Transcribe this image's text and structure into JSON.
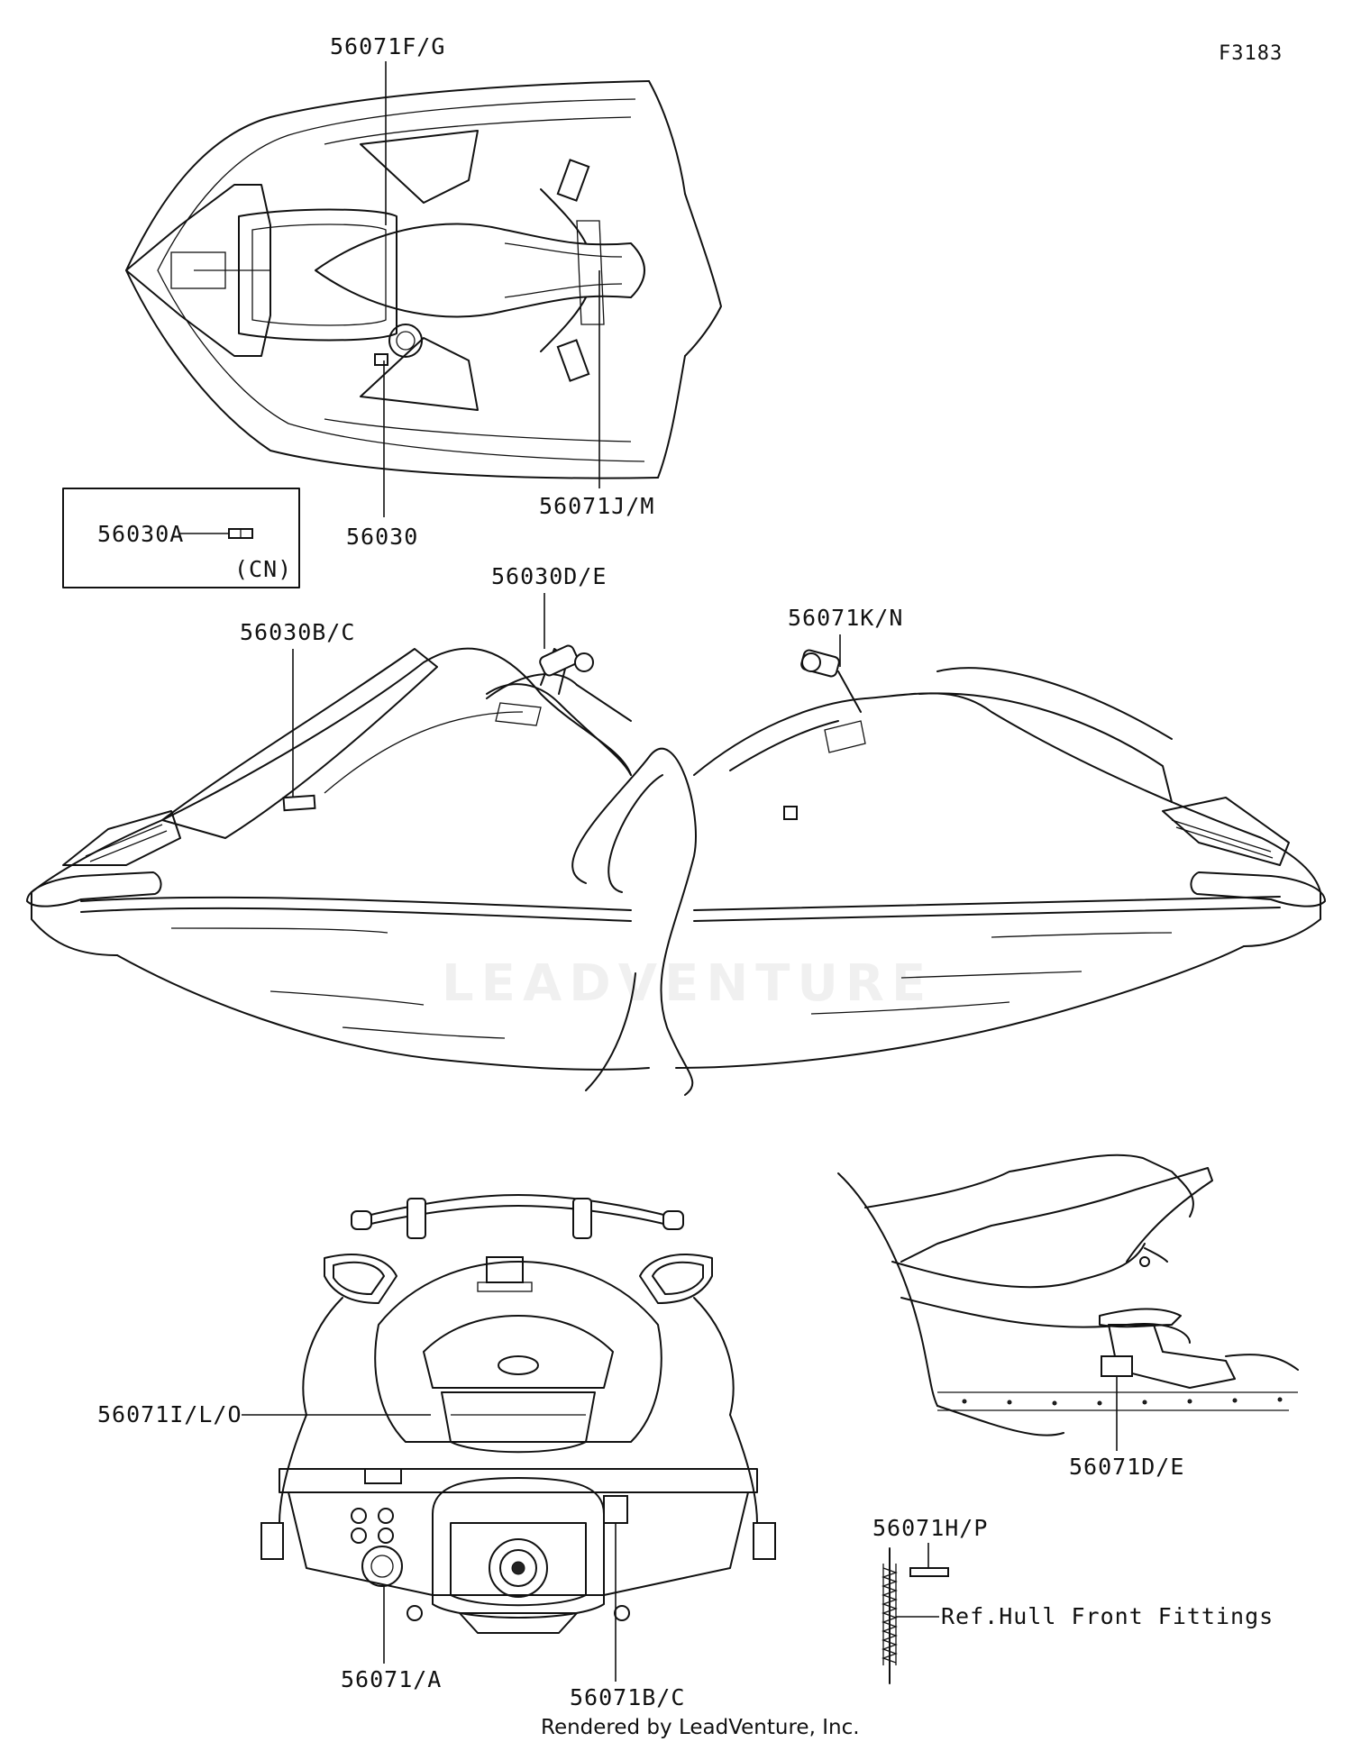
{
  "figure_id": "F3183",
  "labels": {
    "top_56071FG": "56071F/G",
    "top_56030": "56030",
    "top_56071JM": "56071J/M",
    "cn_part": "56030A",
    "cn_region": "(CN)",
    "side_56030BC": "56030B/C",
    "side_56030DE": "56030D/E",
    "side_56071KN": "56071K/N",
    "rear_56071ILO": "56071I/L/O",
    "rear_56071A": "56071/A",
    "rear_56071BC": "56071B/C",
    "detail_56071DE": "56071D/E",
    "detail_56071HP": "56071H/P",
    "ref_hull": "Ref.Hull Front Fittings"
  },
  "watermark": "LEADVENTURE",
  "footer": "Rendered by LeadVenture, Inc."
}
